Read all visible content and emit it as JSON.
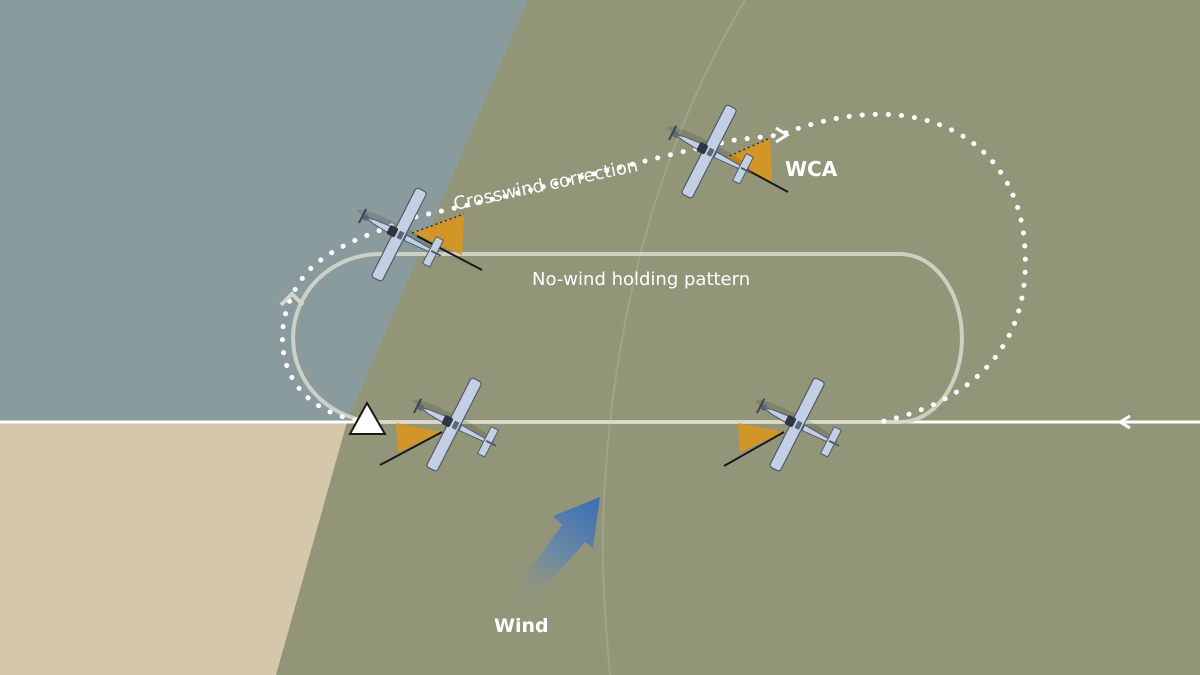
{
  "labels": {
    "crosswind": "Crosswind correction",
    "wca": "WCA",
    "nowind": "No-wind holding pattern",
    "wind": "Wind"
  },
  "colors": {
    "background": "#939579",
    "upper_left_region": "#8a9b9e",
    "lower_left_region": "#d5c7aa",
    "pattern_track": "#d4d6c8",
    "wind_track": "#ffffff",
    "wca_wedge": "#d9961f",
    "wind_arrow_tail": "#6f8aa3",
    "wind_arrow_head": "#3f72b5",
    "aircraft_body": "#c3cfe3"
  },
  "icons": {
    "fix": "triangle-fix-icon",
    "aircraft": "airplane-icon",
    "wind": "wind-arrow-icon"
  }
}
